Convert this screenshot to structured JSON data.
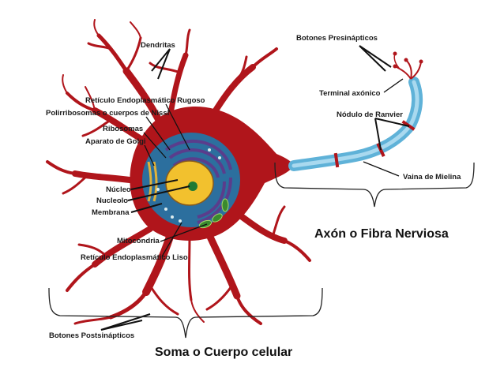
{
  "labels": {
    "dendritas": "Dendritas",
    "reticulo_rugoso": "Retículo Endoplasmático Rugoso",
    "polirribosomas": "Polirribosomas o cuerpos de Nissl",
    "ribosomas": "Ribosomas",
    "aparato_golgi": "Aparato de Golgi",
    "nucleo": "Núcleo",
    "nucleolo": "Nucleolo",
    "membrana": "Membrana",
    "mitocondria": "Mitocondria",
    "reticulo_liso": "Retículo Endoplasmático Liso",
    "botones_postsinapticos": "Botones Postsinápticos",
    "botones_presinapticos": "Botones Presinápticos",
    "terminal_axonico": "Terminal axónico",
    "nodulo_ranvier": "Nódulo de Ranvier",
    "vaina_mielina": "Vaina de Mielina"
  },
  "captions": {
    "axon": "Axón o Fibra Nerviosa",
    "soma": "Soma o Cuerpo celular"
  },
  "colors": {
    "soma_red": "#b0151b",
    "cytoplasm_blue": "#2c6f9e",
    "nucleus_yellow": "#f2c12e",
    "er_purple": "#5a3d8c",
    "myelin_blue": "#5fb2d8",
    "mito_green": "#3a8a2e"
  }
}
